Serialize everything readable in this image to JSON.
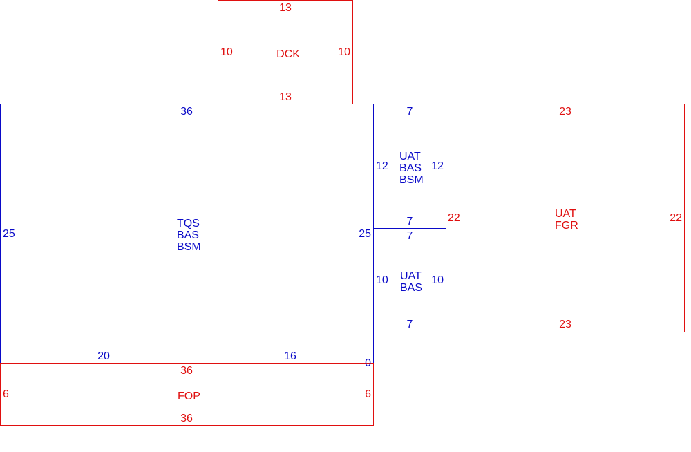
{
  "colors": {
    "red": "#e01010",
    "blue": "#0a0ac8",
    "background": "#ffffff"
  },
  "rooms": [
    {
      "id": "dck",
      "color": "red",
      "lines": [
        "DCK"
      ],
      "dims": {
        "top": "13",
        "bottom": "13",
        "left": "10",
        "right": "10"
      }
    },
    {
      "id": "tqs",
      "color": "blue",
      "lines": [
        "TQS",
        "BAS",
        "BSM"
      ],
      "dims": {
        "top": "36",
        "left": "25",
        "right": "25",
        "bottom_a": "20",
        "bottom_b": "16"
      }
    },
    {
      "id": "uat-bas-bsm",
      "color": "blue",
      "lines": [
        "UAT",
        "BAS",
        "BSM"
      ],
      "dims": {
        "top": "7",
        "bottom": "7",
        "left": "12",
        "right": "12"
      }
    },
    {
      "id": "uat-bas",
      "color": "blue",
      "lines": [
        "UAT",
        "BAS"
      ],
      "dims": {
        "top": "7",
        "bottom": "7",
        "left": "10",
        "right": "10"
      }
    },
    {
      "id": "uat-fgr",
      "color": "red",
      "lines": [
        "UAT",
        "FGR"
      ],
      "dims": {
        "top": "23",
        "bottom": "23",
        "left": "22",
        "right": "22"
      }
    },
    {
      "id": "fop",
      "color": "red",
      "lines": [
        "FOP"
      ],
      "dims": {
        "top": "36",
        "bottom": "36",
        "left": "6",
        "right": "6",
        "corner": "0"
      }
    }
  ]
}
